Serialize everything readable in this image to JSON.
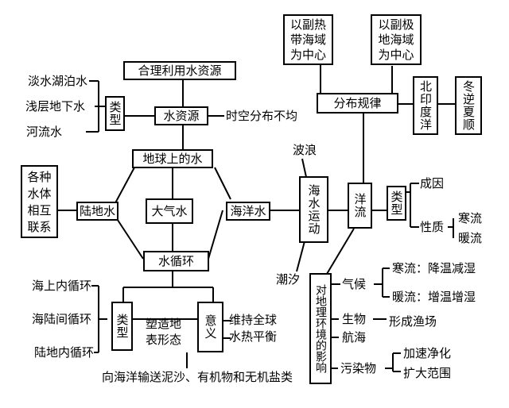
{
  "water_resources": {
    "rational_use": "合理利用水资源",
    "center": "水资源",
    "types_label": "类型",
    "types": [
      "淡水湖泊水",
      "浅层地下水",
      "河流水"
    ],
    "distribution": "时空分布不均"
  },
  "earth_water": {
    "center": "地球上的水",
    "land_water": "陆地水",
    "land_note": "各种\n水体\n相互\n联系",
    "atmosphere_water": "大气水",
    "ocean_water": "海洋水",
    "water_cycle": "水循环"
  },
  "cycle": {
    "types_label": "类型",
    "types": [
      "海上内循环",
      "海陆间循环",
      "陆地内循环"
    ],
    "meaning_label": "意义",
    "shape_surface": "塑造地\n表形态",
    "balance": "维持全球\n水热平衡",
    "transport": "向海洋输送泥沙、有机物和无机盐类"
  },
  "ocean_motion": {
    "center": "海水运动",
    "waves": "波浪",
    "tides": "潮汐",
    "currents": "洋流"
  },
  "distribution": {
    "label": "分布规律",
    "subtropical": "以副热\n带海域\n为中心",
    "subpolar": "以副极\n地海域\n为中心",
    "north_indian": "北印度洋",
    "monsoon": "冬逆夏顺"
  },
  "current_types": {
    "label": "类型",
    "cause": "成因",
    "nature": "性质",
    "cold": "寒流",
    "warm": "暖流"
  },
  "impact": {
    "label": "对地理环境的影响",
    "climate": "气候",
    "cold_effect": "寒流：降温减湿",
    "warm_effect": "暖流：增温增湿",
    "biology": "生物",
    "fishing": "形成渔场",
    "navigation": "航海",
    "pollutants": "污染物",
    "purify": "加速净化",
    "spread": "扩大范围"
  }
}
